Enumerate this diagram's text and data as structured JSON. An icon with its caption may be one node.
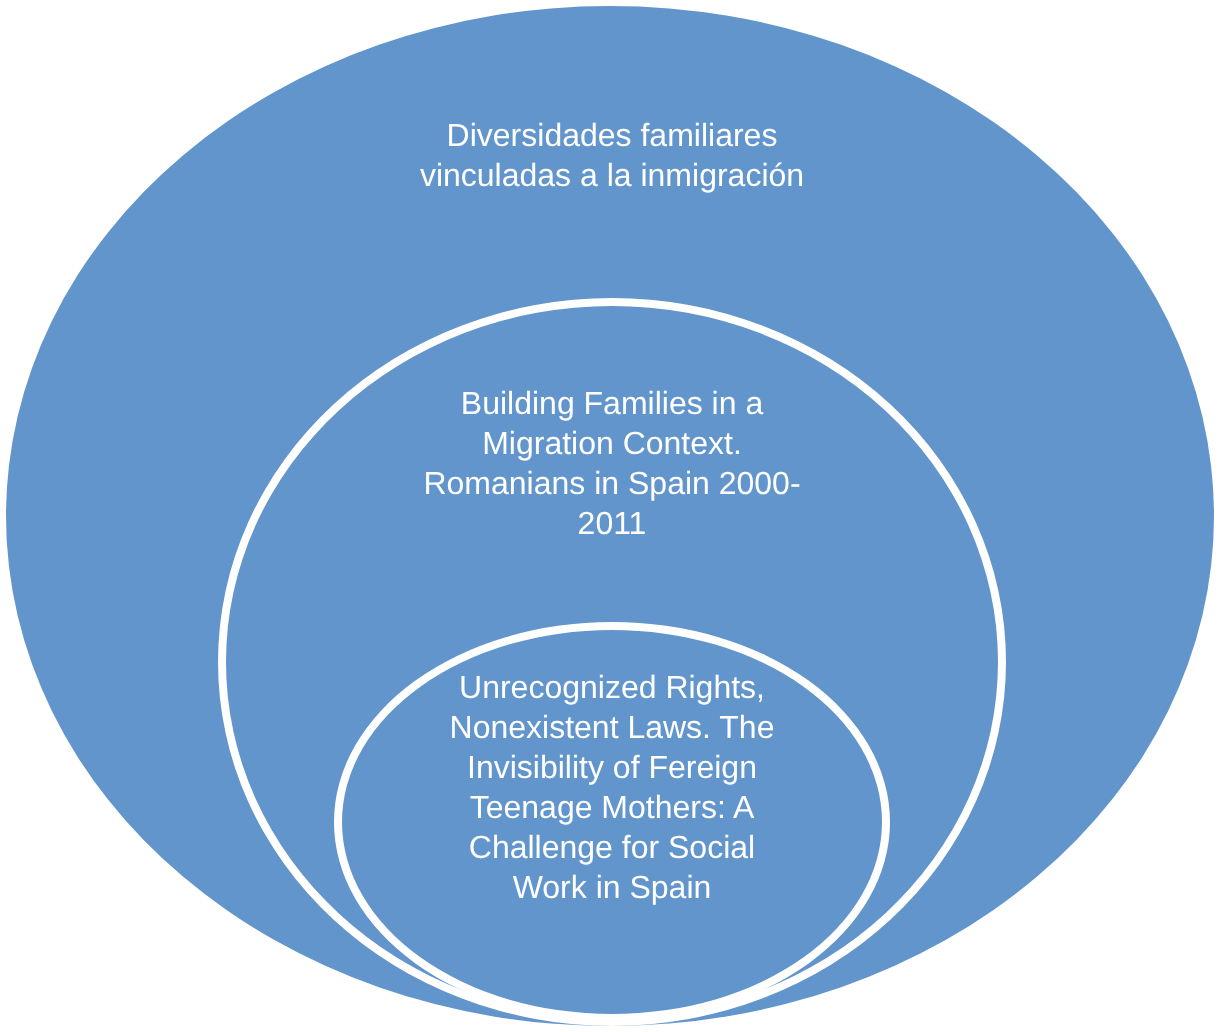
{
  "diagram": {
    "nodes": [
      {
        "text": [
          "Diversidades familiares vinculadas a la inmigración"
        ]
      },
      {
        "text": [
          "Building Families in a Migration Context. Romanians in Spain 2000-2011"
        ],
        "in": 0
      },
      {
        "text": [
          "Unrecognized Rights, Nonexistent Laws. The Invisibility of Fereign Teenage Mothers: A Challenge for Social Work in Spain"
        ],
        "in": 1
      }
    ]
  }
}
